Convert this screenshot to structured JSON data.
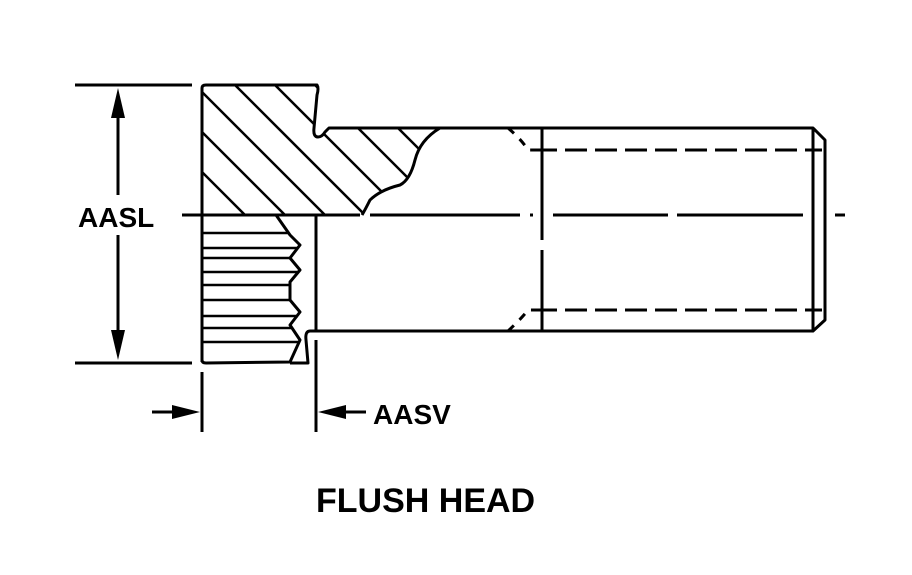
{
  "drawing": {
    "title": "FLUSH HEAD",
    "dimension_labels": {
      "height": "AASL",
      "head_length": "AASV"
    },
    "line_color": "#000000",
    "background_color": "#ffffff"
  }
}
